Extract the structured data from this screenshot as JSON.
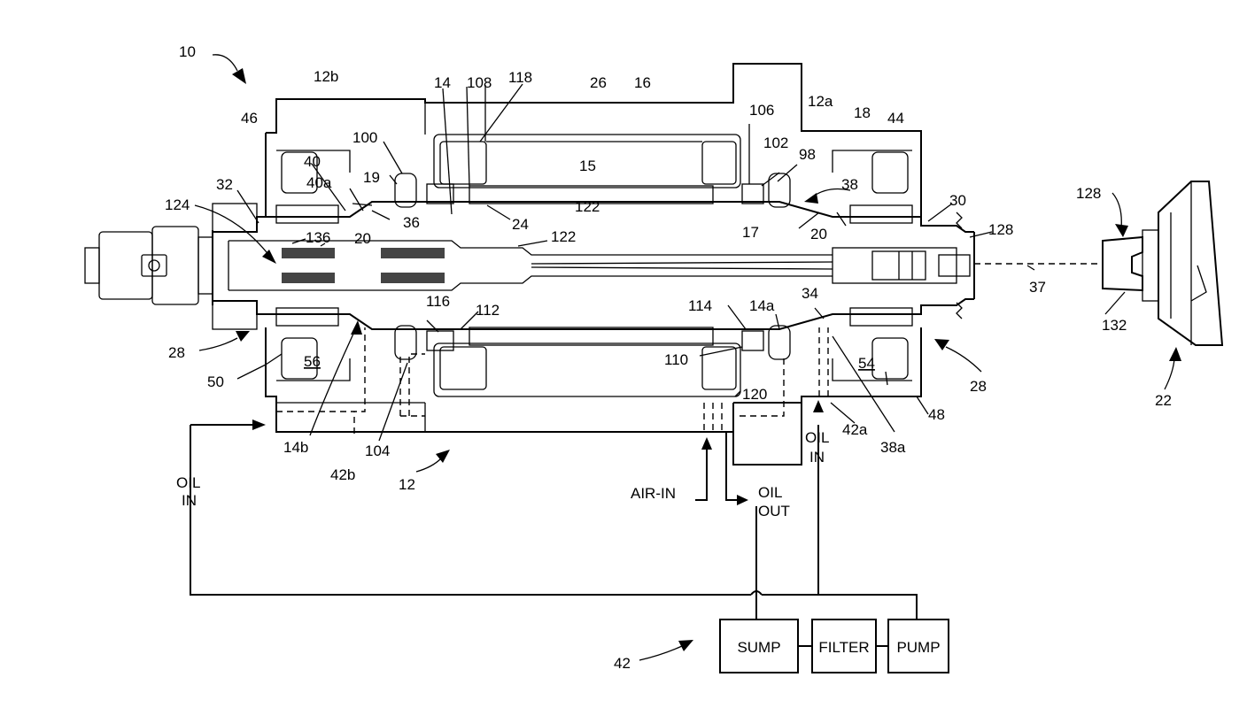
{
  "labels": {
    "assembly": "10",
    "housing_b": "12b",
    "housing_a": "12a",
    "shaft": "14",
    "rotor_bearing": "108",
    "spacer": "118",
    "stator": "26",
    "motor": "16",
    "rotor": "15",
    "bearing_106": "106",
    "cone_18": "18",
    "front_cap": "44",
    "rear_cap": "46",
    "b100": "100",
    "b102": "102",
    "b98": "98",
    "p40": "40",
    "p40a": "40a",
    "p19": "19",
    "p32": "32",
    "p124": "124",
    "p36": "36",
    "p20_left": "20",
    "p24": "24",
    "p122_top": "122",
    "p17": "17",
    "p20_right": "20",
    "p38": "38",
    "p30": "30",
    "p128_top": "128",
    "p128_tool": "128",
    "p136": "136",
    "p122": "122",
    "p34": "34",
    "p116": "116",
    "p112": "112",
    "p114": "114",
    "p14a": "14a",
    "p110": "110",
    "p120": "120",
    "p28_left": "28",
    "p28_right": "28",
    "p50": "50",
    "p56": "56",
    "p54": "54",
    "p48": "48",
    "p37": "37",
    "p132": "132",
    "p22": "22",
    "p14b": "14b",
    "p104": "104",
    "p42b": "42b",
    "p42a": "42a",
    "p38a": "38a",
    "p12": "12",
    "p42": "42",
    "oil_in_left_1": "OIL",
    "oil_in_left_2": "IN",
    "oil_in_right_1": "OIL",
    "oil_in_right_2": "IN",
    "air_in": "AIR-IN",
    "oil_out_1": "OIL",
    "oil_out_2": "OUT"
  },
  "boxes": {
    "sump": "SUMP",
    "filter": "FILTER",
    "pump": "PUMP"
  }
}
